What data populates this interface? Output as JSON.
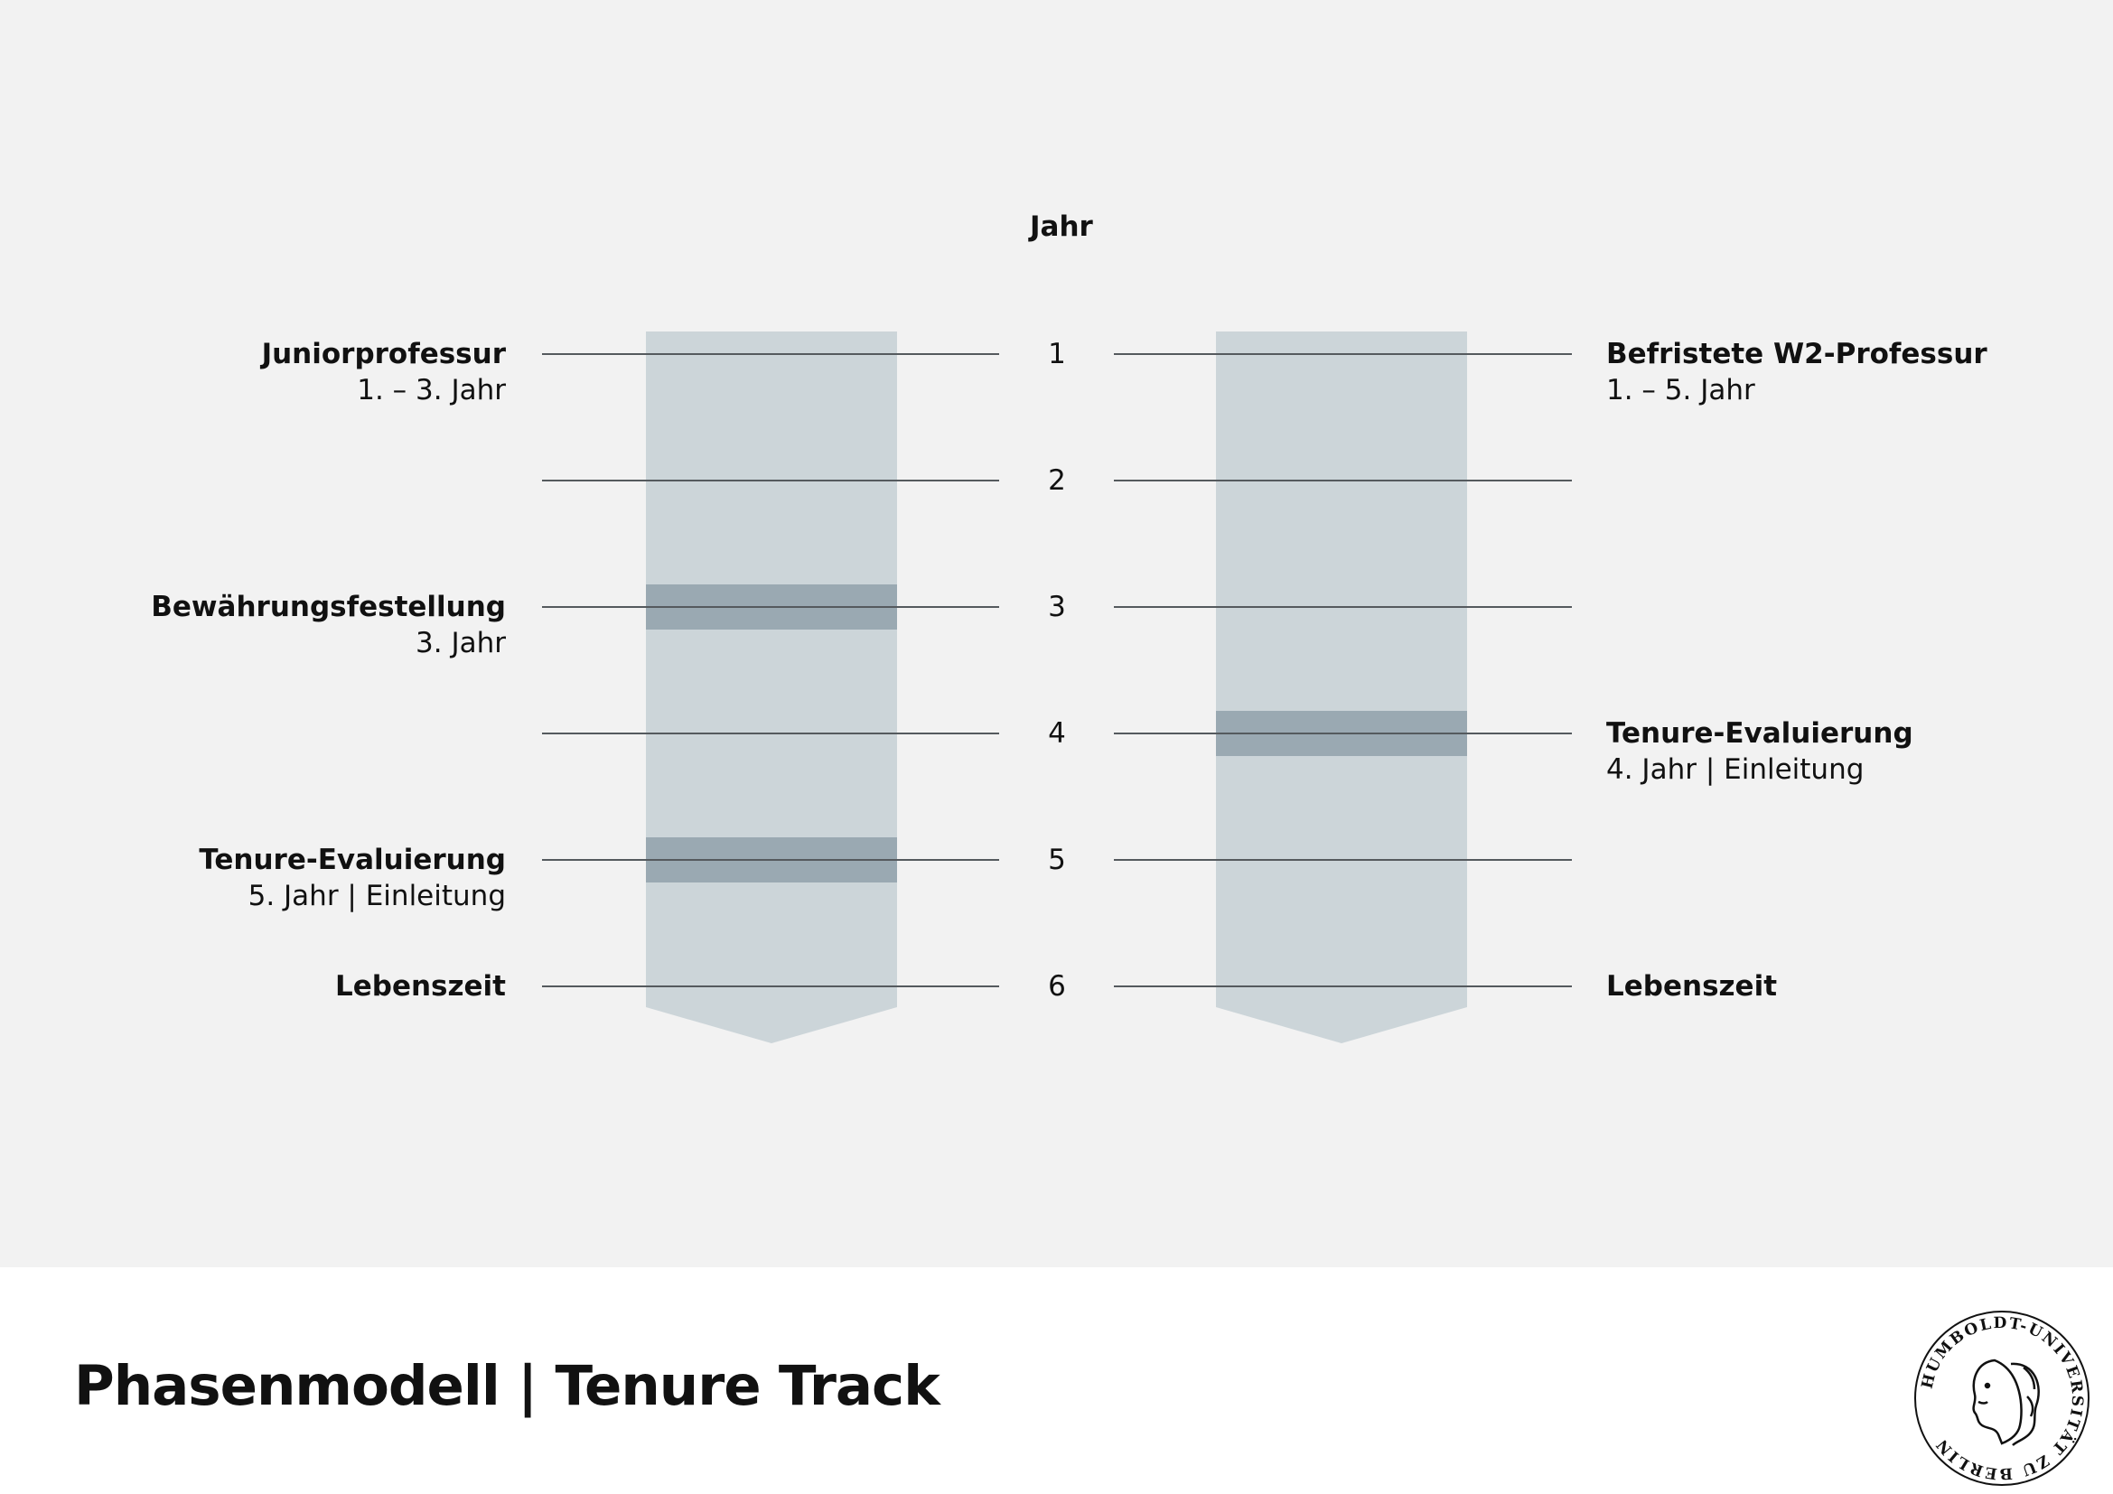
{
  "axis": {
    "label": "Jahr",
    "years": [
      "1",
      "2",
      "3",
      "4",
      "5",
      "6"
    ]
  },
  "left_track": {
    "milestones": [
      {
        "year": 1,
        "title": "Juniorprofessur",
        "subtitle": "1. – 3. Jahr"
      },
      {
        "year": 3,
        "title": "Bewährungsfestellung",
        "subtitle": "3. Jahr",
        "highlight": true
      },
      {
        "year": 5,
        "title": "Tenure-Evaluierung",
        "subtitle": "5. Jahr | Einleitung",
        "highlight": true
      },
      {
        "year": 6,
        "title": "Lebenszeit",
        "subtitle": ""
      }
    ]
  },
  "right_track": {
    "milestones": [
      {
        "year": 1,
        "title": "Befristete W2-Professur",
        "subtitle": "1. – 5. Jahr"
      },
      {
        "year": 4,
        "title": "Tenure-Evaluierung",
        "subtitle": "4. Jahr | Einleitung",
        "highlight": true
      },
      {
        "year": 6,
        "title": "Lebenszeit",
        "subtitle": ""
      }
    ]
  },
  "footer": {
    "title": "Phasenmodell | Tenure Track"
  },
  "logo": {
    "text": "HUMBOLDT-UNIVERSITÄT ZU BERLIN",
    "icon": "university-seal-icon"
  },
  "colors": {
    "background": "#f2f2f2",
    "track": "#ccd5d9",
    "highlight": "#9aa9b2",
    "line": "#555a5e"
  }
}
